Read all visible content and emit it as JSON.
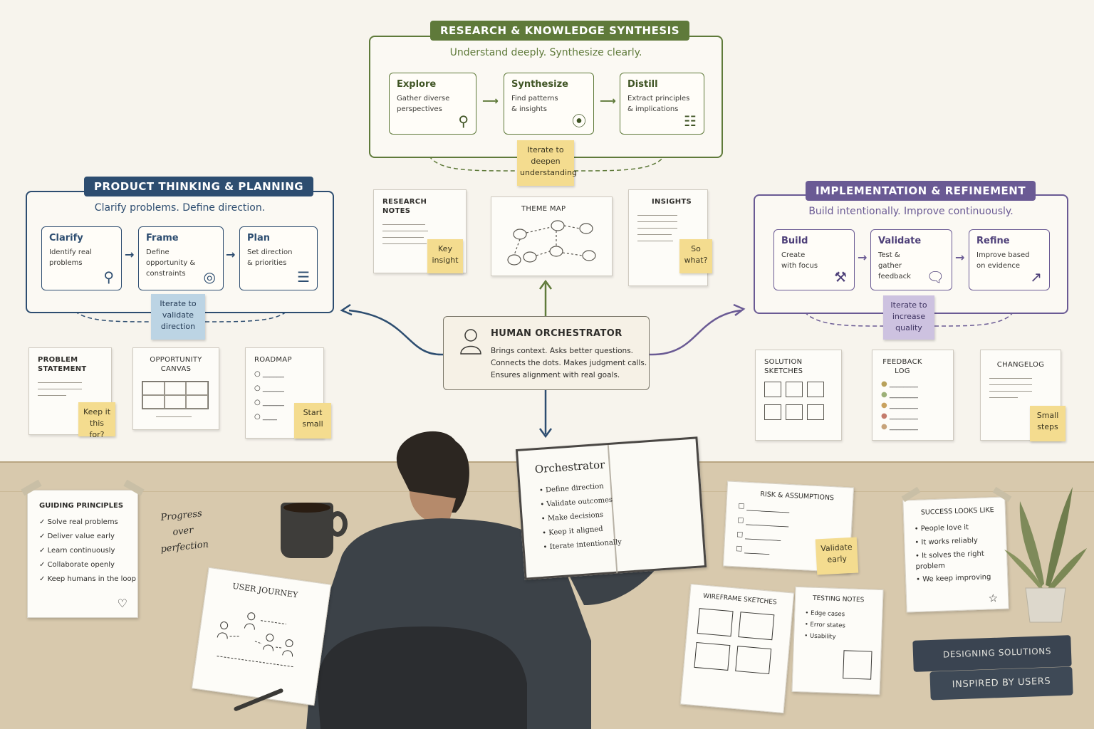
{
  "colors": {
    "research": "#5f7a3a",
    "product": "#2d4d70",
    "implementation": "#6a5a94",
    "sticky_yellow": "#f4dc8f",
    "sticky_blue": "#bcd4e4",
    "sticky_purple": "#cdc2e0"
  },
  "research": {
    "title": "RESEARCH & KNOWLEDGE SYNTHESIS",
    "subtitle": "Understand deeply. Synthesize clearly.",
    "steps": [
      {
        "title": "Explore",
        "desc": "Gather diverse perspectives",
        "icon": "magnifier-icon"
      },
      {
        "title": "Synthesize",
        "desc": "Find patterns & insights",
        "icon": "venn-icon"
      },
      {
        "title": "Distill",
        "desc": "Extract principles & implications",
        "icon": "document-icon"
      }
    ],
    "iterate": "Iterate to deepen understanding"
  },
  "product": {
    "title": "PRODUCT THINKING & PLANNING",
    "subtitle": "Clarify problems. Define direction.",
    "steps": [
      {
        "title": "Clarify",
        "desc": "Identify real problems",
        "icon": "person-icon"
      },
      {
        "title": "Frame",
        "desc": "Define opportunity & constraints",
        "icon": "target-icon"
      },
      {
        "title": "Plan",
        "desc": "Set direction & priorities",
        "icon": "checklist-icon"
      }
    ],
    "iterate": "Iterate to validate direction"
  },
  "implementation": {
    "title": "IMPLEMENTATION & REFINEMENT",
    "subtitle": "Build intentionally. Improve continuously.",
    "steps": [
      {
        "title": "Build",
        "desc": "Create with focus",
        "icon": "hammer-icon"
      },
      {
        "title": "Validate",
        "desc": "Test & gather feedback",
        "icon": "chat-icon"
      },
      {
        "title": "Refine",
        "desc": "Improve based on evidence",
        "icon": "trend-icon"
      }
    ],
    "iterate": "Iterate to increase quality"
  },
  "artifacts": {
    "research_notes": {
      "title": "RESEARCH NOTES",
      "sticky": "Key insight"
    },
    "theme_map": {
      "title": "THEME MAP"
    },
    "insights": {
      "title": "INSIGHTS",
      "sticky": "So what?"
    },
    "problem_statement": {
      "title": "PROBLEM STATEMENT",
      "sticky": "Keep it this for?"
    },
    "opportunity_canvas": {
      "title": "OPPORTUNITY CANVAS"
    },
    "roadmap": {
      "title": "ROADMAP",
      "sticky": "Start small"
    },
    "solution_sketches": {
      "title": "SOLUTION SKETCHES"
    },
    "feedback_log": {
      "title": "FEEDBACK LOG"
    },
    "changelog": {
      "title": "CHANGELOG",
      "sticky": "Small steps"
    }
  },
  "hub": {
    "title": "HUMAN ORCHESTRATOR",
    "lines": [
      "Brings context. Asks better questions.",
      "Connects the dots. Makes judgment calls.",
      "Ensures alignment with real goals."
    ]
  },
  "desk": {
    "guiding_principles": {
      "title": "GUIDING PRINCIPLES",
      "items": [
        "Solve real problems",
        "Deliver value early",
        "Learn continuously",
        "Collaborate openly",
        "Keep humans in the loop"
      ]
    },
    "progress_note": [
      "Progress",
      "over",
      "perfection"
    ],
    "notebook": {
      "title": "Orchestrator",
      "items": [
        "Define direction",
        "Validate outcomes",
        "Make decisions",
        "Keep it aligned",
        "Iterate intentionally"
      ]
    },
    "risk": {
      "title": "RISK & ASSUMPTIONS",
      "sticky": "Validate early"
    },
    "success": {
      "title": "SUCCESS LOOKS LIKE",
      "items": [
        "People love it",
        "It works reliably",
        "It solves the right problem",
        "We keep improving"
      ]
    },
    "user_journey": {
      "title": "USER JOURNEY"
    },
    "wireframes": {
      "title": "WIREFRAME SKETCHES"
    },
    "testing": {
      "title": "TESTING NOTES",
      "items": [
        "Edge cases",
        "Error states",
        "Usability"
      ]
    },
    "books": [
      "DESIGNING SOLUTIONS",
      "INSPIRED BY USERS"
    ]
  }
}
